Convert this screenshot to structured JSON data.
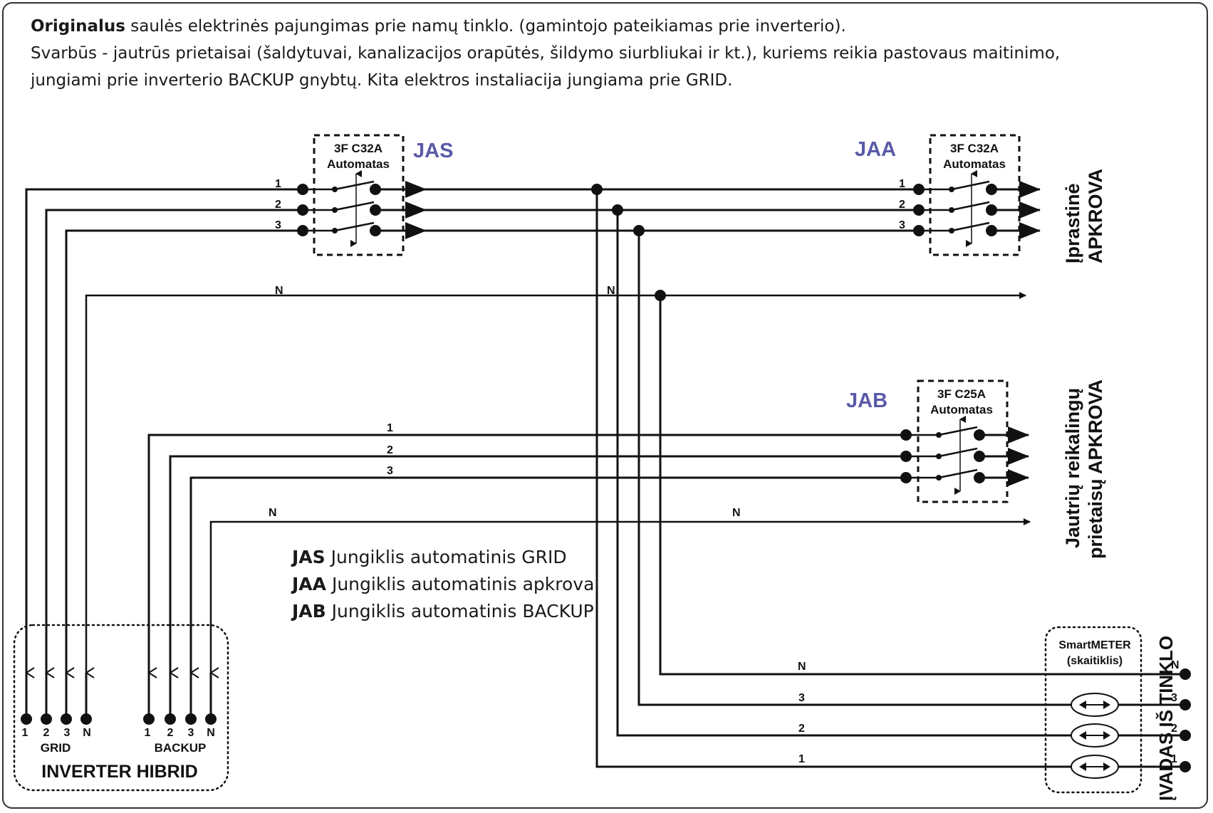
{
  "header": {
    "line1_bold": "Originalus",
    "line1_rest": " saulės elektrinės pajungimas prie namų tinklo. (gamintojo pateikiamas prie inverterio).",
    "line2": "Svarbūs - jautrūs prietaisai (šaldytuvai, kanalizacijos orapūtės, šildymo siurbliukai ir kt.), kuriems reikia pastovaus maitinimo,",
    "line3": "jungiami prie inverterio BACKUP gnybtų. Kita elektros instaliacija jungiama prie GRID."
  },
  "breakers": {
    "jas": {
      "id": "JAS",
      "line1": "3F C32A",
      "line2": "Automatas"
    },
    "jaa": {
      "id": "JAA",
      "line1": "3F C32A",
      "line2": "Automatas"
    },
    "jab": {
      "id": "JAB",
      "line1": "3F C25A",
      "line2": "Automatas"
    }
  },
  "phases": {
    "p1": "1",
    "p2": "2",
    "p3": "3",
    "n": "N"
  },
  "loads": {
    "normal_line1": "Įprastinė",
    "normal_line2": "APKROVA",
    "sensitive_line1": "Jautrių reikalingų",
    "sensitive_line2": "prietaisų APKROVA"
  },
  "legend": [
    {
      "code": "JAS",
      "text": " Jungiklis automatinis GRID"
    },
    {
      "code": "JAA",
      "text": " Jungiklis automatinis apkrovai"
    },
    {
      "code": "JAB",
      "text": " Jungiklis automatinis BACKUP"
    }
  ],
  "inverter": {
    "title": "INVERTER HIBRID",
    "grid_label": "GRID",
    "backup_label": "BACKUP"
  },
  "meter": {
    "line1": "SmartMETER",
    "line2": "(skaitiklis)"
  },
  "grid_input": "ĮVADAS IŠ TINKLO"
}
